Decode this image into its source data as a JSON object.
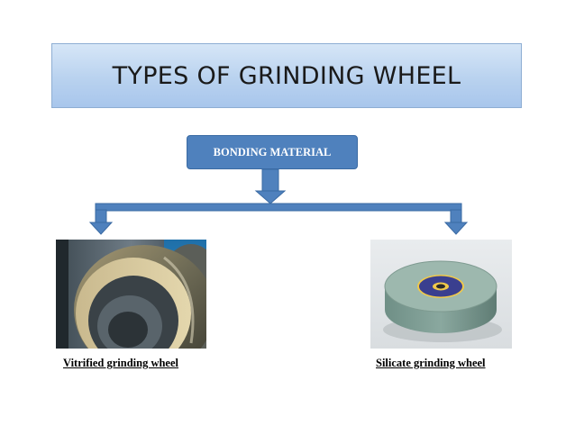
{
  "title": "TYPES OF GRINDING WHEEL",
  "root_node": {
    "label": "BONDING MATERIAL"
  },
  "children": [
    {
      "label": "Vitrified grinding wheel",
      "image": "vitrified-grinding-wheel-photo"
    },
    {
      "label": "Silicate grinding wheel",
      "image": "silicate-grinding-wheel-photo"
    }
  ],
  "colors": {
    "title_fill": "#b9d2ef",
    "node_fill": "#4f81bd",
    "connector": "#4f81bd",
    "connector_outline": "#3a6aa3"
  }
}
